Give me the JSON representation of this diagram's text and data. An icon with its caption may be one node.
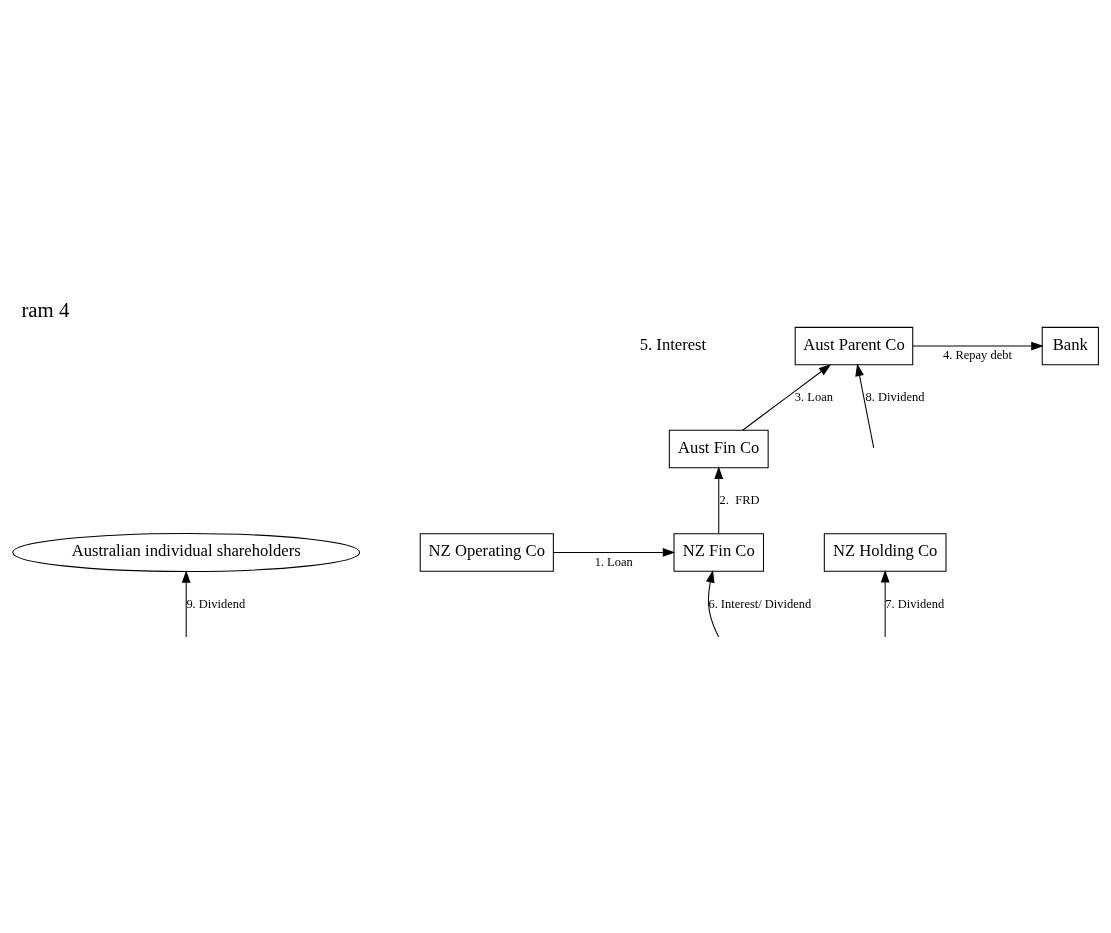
{
  "diagram": {
    "title": "ram 4",
    "nodes": [
      {
        "text": [
          "Australian individual shareholders"
        ]
      },
      {
        "text": [
          "Bank"
        ]
      },
      {
        "text": [
          "Aust Parent Co"
        ]
      },
      {
        "text": [
          "Aust Fin Co"
        ]
      },
      {
        "text": [
          "NZ Holding Co"
        ]
      },
      {
        "text": [
          "NZ Operating Co"
        ]
      },
      {
        "text": [
          "NZ Fin Co"
        ]
      }
    ],
    "edges": [
      {
        "from": 5,
        "to": 6,
        "arrow": "to",
        "label": "1. Loan"
      },
      {
        "from": 6,
        "to": 3,
        "arrow": "to",
        "label": "2.  FRD"
      },
      {
        "from": 3,
        "to": 2,
        "arrow": "to",
        "label": "3. Loan"
      },
      {
        "from": 2,
        "to": 1,
        "arrow": "to",
        "label": "4. Repay debt"
      },
      {
        "from": null,
        "to": 6,
        "arrow": "to",
        "label": "6. Interest/ Dividend"
      },
      {
        "from": null,
        "to": 4,
        "arrow": "to",
        "label": "7. Dividend"
      },
      {
        "from": null,
        "to": 2,
        "arrow": "to",
        "label": "8. Dividend"
      },
      {
        "from": null,
        "to": 0,
        "arrow": "to",
        "label": "9. Dividend"
      }
    ],
    "labels": [
      "5. Interest"
    ]
  }
}
